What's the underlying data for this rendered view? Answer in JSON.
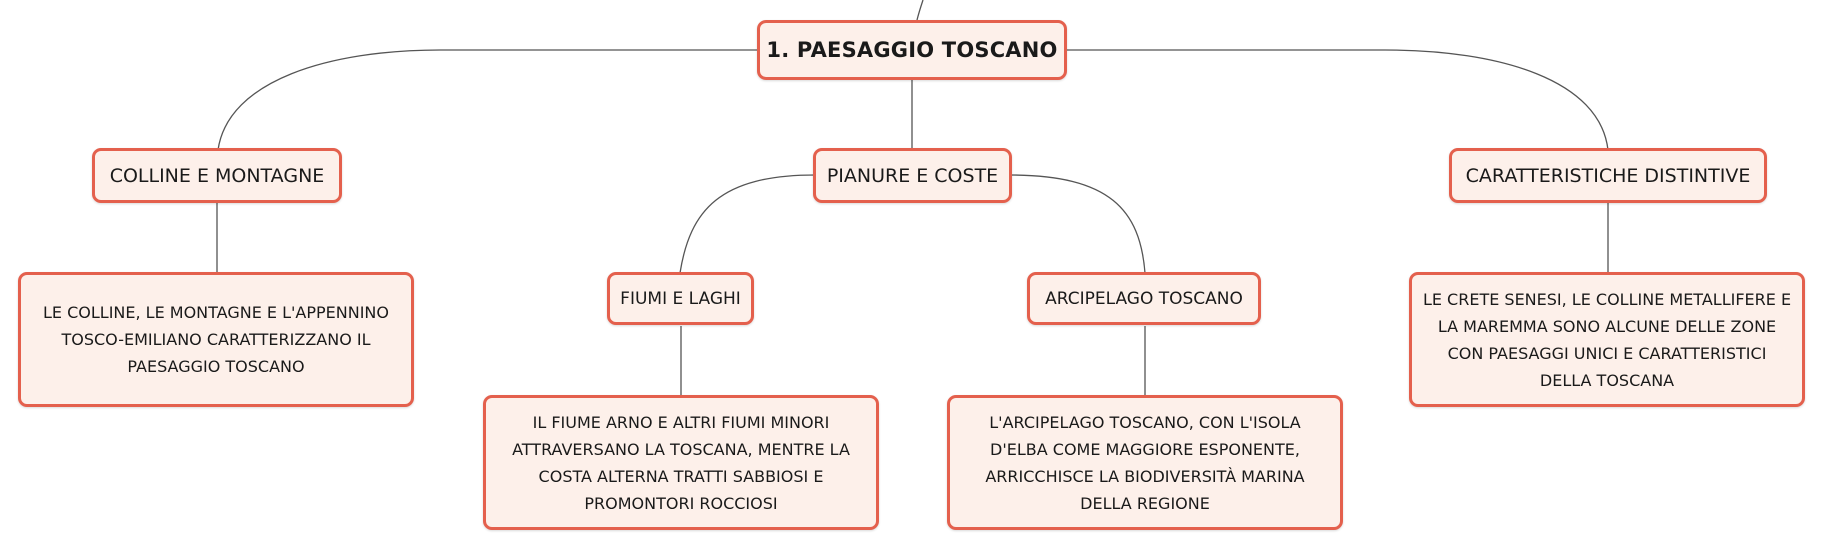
{
  "map": {
    "root": {
      "label": "1. PAESAGGIO TOSCANO"
    },
    "branch_hills": {
      "label": "COLLINE E MONTAGNE",
      "detail": "LE COLLINE, LE MONTAGNE E L'APPENNINO TOSCO-EMILIANO CARATTERIZZANO IL PAESAGGIO TOSCANO"
    },
    "branch_plains": {
      "label": "PIANURE E COSTE",
      "rivers": {
        "label": "FIUMI E LAGHI",
        "detail": "IL FIUME ARNO E ALTRI FIUMI MINORI ATTRAVERSANO LA TOSCANA, MENTRE LA COSTA ALTERNA TRATTI SABBIOSI E PROMONTORI ROCCIOSI"
      },
      "archipelago": {
        "label": "ARCIPELAGO TOSCANO",
        "detail": "L'ARCIPELAGO TOSCANO, CON L'ISOLA D'ELBA COME MAGGIORE ESPONENTE, ARRICCHISCE LA BIODIVERSITÀ MARINA DELLA REGIONE"
      }
    },
    "branch_features": {
      "label": "CARATTERISTICHE DISTINTIVE",
      "detail": "LE CRETE SENESI, LE COLLINE METALLIFERE E LA MAREMMA SONO ALCUNE DELLE ZONE CON PAESAGGI UNICI E CARATTERISTICI DELLA TOSCANA"
    },
    "colors": {
      "node_border": "#e4604d",
      "node_fill": "#fdf0ea",
      "connector": "#555555"
    }
  }
}
